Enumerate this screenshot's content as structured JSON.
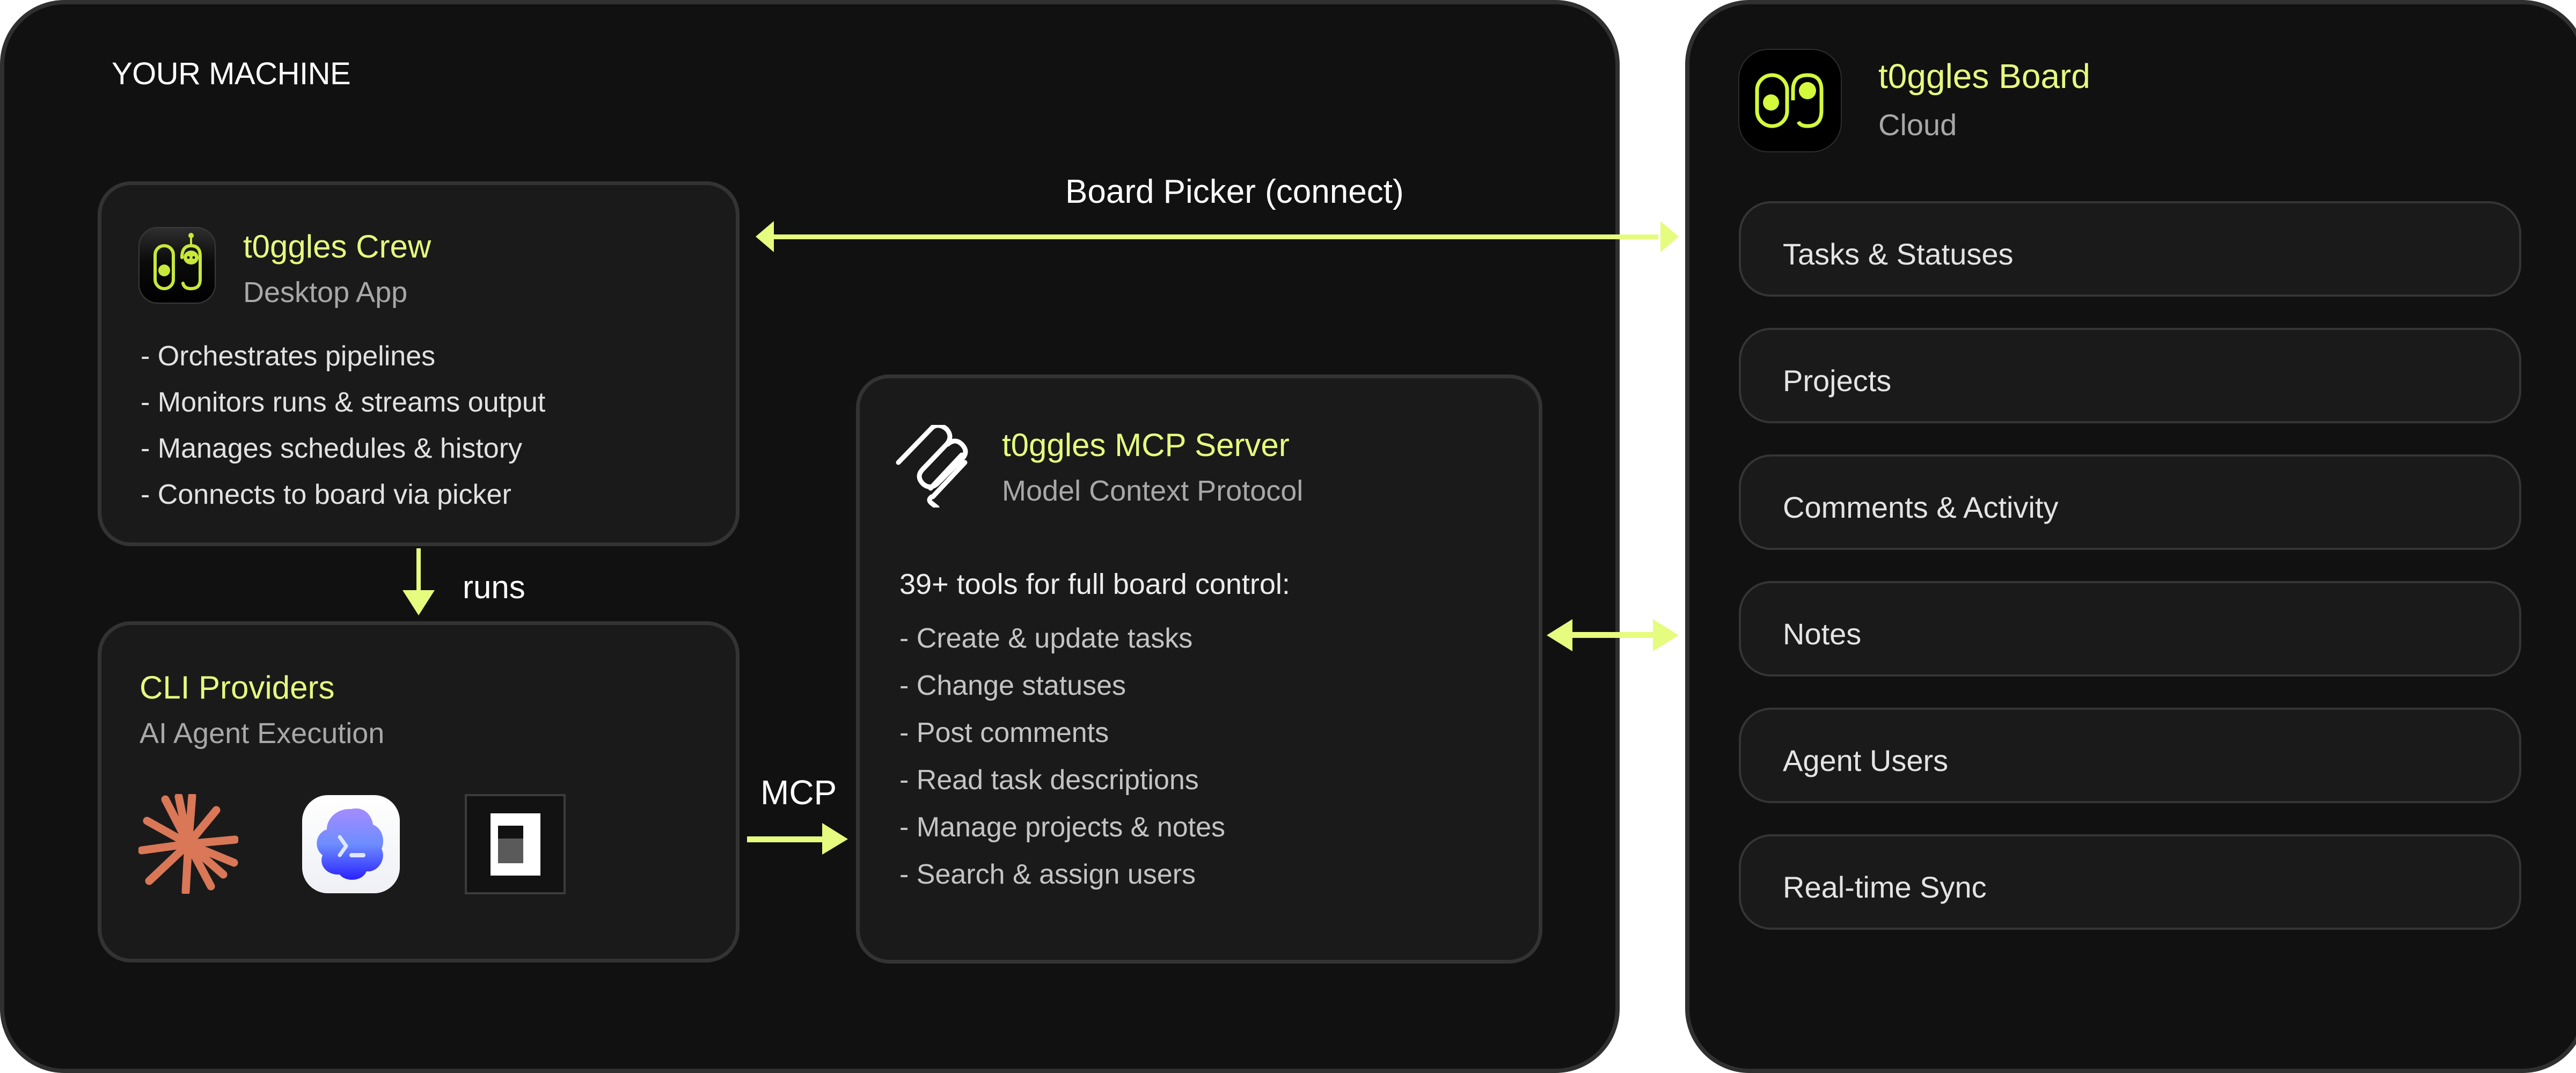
{
  "colors": {
    "accent": "#e6fc7e",
    "icon_lime": "#d4fa3c",
    "panel_bg": "#111111",
    "card_bg": "#1a1a1a",
    "border": "#333333",
    "muted_text": "#a8a8a8",
    "claude_orange": "#d97757"
  },
  "machine": {
    "label": "YOUR MACHINE",
    "crew": {
      "icon": "t0ggles-crew-robot-icon",
      "title": "t0ggles Crew",
      "subtitle": "Desktop App",
      "bullets": [
        "- Orchestrates pipelines",
        "- Monitors runs & streams output",
        "- Manages schedules & history",
        "- Connects to board via picker"
      ]
    },
    "runs_label": "runs",
    "cli": {
      "title": "CLI Providers",
      "subtitle": "AI Agent Execution",
      "providers": [
        {
          "icon": "claude-starburst-icon"
        },
        {
          "icon": "gemini-cli-terminal-icon"
        },
        {
          "icon": "codex-toggle-icon"
        }
      ]
    },
    "mcp_label": "MCP",
    "mcp": {
      "icon": "mcp-logo-icon",
      "title": "t0ggles MCP Server",
      "subtitle": "Model Context Protocol",
      "tools_heading": "39+ tools for full board control:",
      "bullets": [
        "- Create & update tasks",
        "- Change statuses",
        "- Post comments",
        "- Read task descriptions",
        "- Manage projects & notes",
        "- Search & assign users"
      ]
    }
  },
  "connection": {
    "picker_label": "Board Picker (connect)"
  },
  "board": {
    "icon": "t0ggles-logo-icon",
    "title": "t0ggles Board",
    "subtitle": "Cloud",
    "items": [
      {
        "label": "Tasks & Statuses"
      },
      {
        "label": "Projects"
      },
      {
        "label": "Comments & Activity"
      },
      {
        "label": "Notes"
      },
      {
        "label": "Agent Users"
      },
      {
        "label": "Real-time Sync"
      }
    ]
  }
}
